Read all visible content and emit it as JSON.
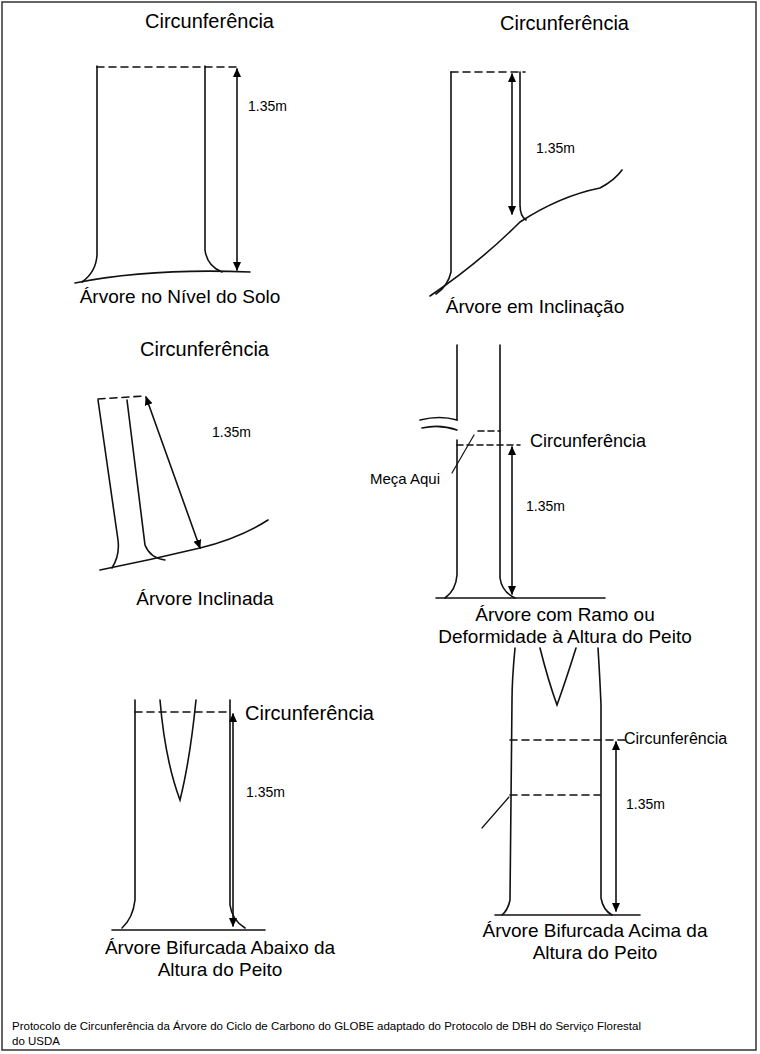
{
  "diagram": {
    "caption": "Protocolo de Circunferência da Árvore do Ciclo de Carbono do GLOBE adaptado do Protocolo de DBH do Serviço Florestal do USDA",
    "labels": [
      "Circunferência",
      "1.35m",
      "Árvore no Nível do Solo",
      "Circunferência",
      "1.35m",
      "Árvore em Inclinação",
      "Circunferência",
      "1.35m",
      "Árvore Inclinada",
      "Meça Aqui",
      "Circunferência",
      "1.35m",
      "Árvore com Ramo ou Deformidade à Altura do Peito",
      "Circunferência",
      "1.35m",
      "Árvore Bifurcada Abaixo da Altura do Peito",
      "Circunferência",
      "1.35m",
      "Árvore Bifurcada Acima da Altura do Peito"
    ]
  }
}
